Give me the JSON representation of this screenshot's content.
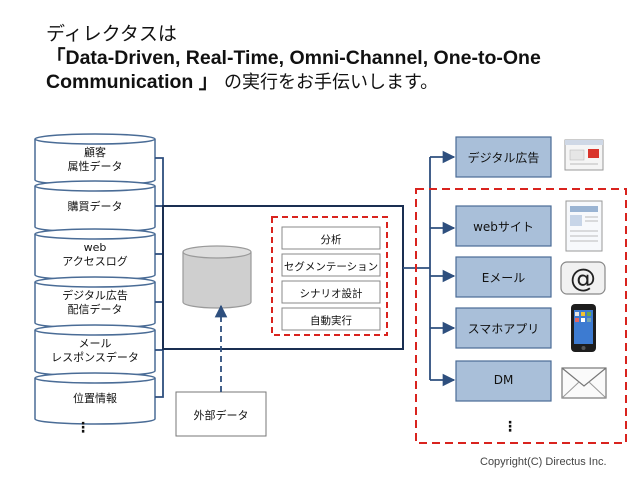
{
  "headline": {
    "line1": "ディレクタスは",
    "line2": "「Data-Driven, Real-Time, Omni-Channel, One-to-One",
    "line3_bold": "Communication 」",
    "line3_tail": " の実行をお手伝いします。"
  },
  "sources": [
    {
      "line1": "顧客",
      "line2": "属性データ"
    },
    {
      "line1": "購買データ",
      "line2": ""
    },
    {
      "line1": "web",
      "line2": "アクセスログ"
    },
    {
      "line1": "デジタル広告",
      "line2": "配信データ"
    },
    {
      "line1": "メール",
      "line2": "レスポンスデータ"
    },
    {
      "line1": "位置情報",
      "line2": ""
    }
  ],
  "external": {
    "label": "外部データ"
  },
  "steps": [
    "分析",
    "セグメンテーション",
    "シナリオ設計",
    "自動実行"
  ],
  "channels": [
    "デジタル広告",
    "webサイト",
    "Eメール",
    "スマホアプリ",
    "DM"
  ],
  "colors": {
    "cylinder_fill": "#ffffff",
    "cylinder_stroke": "#4a6c96",
    "db_fill": "#cfcfcf",
    "line": "#2e4f7e",
    "channel_fill": "#a9bfd9",
    "dashed_red": "#d9231e",
    "frame": "#1a2f52"
  },
  "ellipsis": "⋮",
  "copyright": "Copyright(C)  Directus Inc."
}
